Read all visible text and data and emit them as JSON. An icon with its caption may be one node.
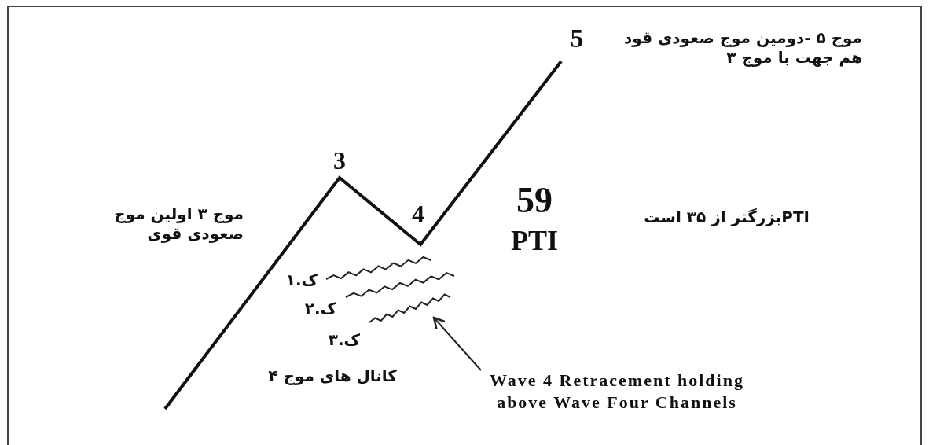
{
  "diagram": {
    "nodes": [
      {
        "text": [
          "Wave 4 Retracement holding above Wave Four Channels"
        ]
      },
      {
        "text": [],
        "shape": "picture"
      }
    ],
    "edges": [
      {
        "from": 0,
        "to": 1,
        "arrow": "to"
      }
    ],
    "labels": [
      "5",
      "موج ۵ -دومین موج صعودی قود هم جهت با موج ۳",
      "3",
      "موج ۳ اولین موج صعودی قوی",
      "4",
      "59",
      "PTI",
      "PTIبزرگتر از ۳۵ است",
      "ک.۱",
      "ک.۲",
      "ک.۳",
      "کانال های موج ۴"
    ]
  }
}
